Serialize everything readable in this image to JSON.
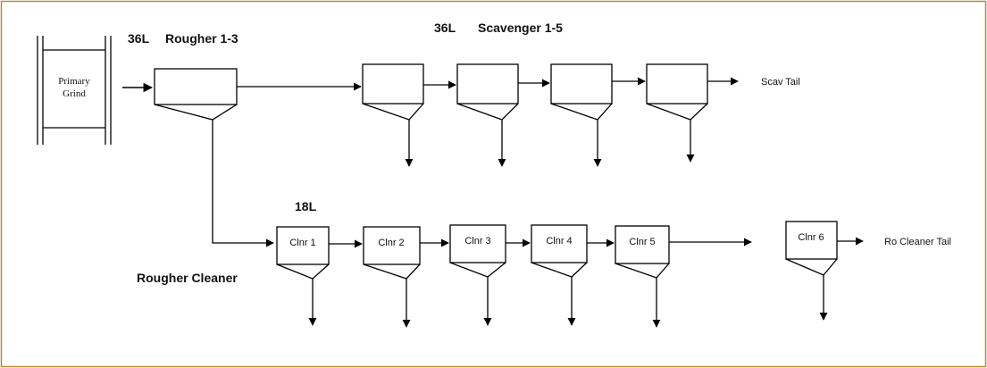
{
  "colors": {
    "border": "#b48a3c",
    "line": "#000000",
    "background": "#ffffff"
  },
  "feed": {
    "label_line1": "Primary",
    "label_line2": "Grind"
  },
  "rougher": {
    "size": "36L",
    "title": "Rougher 1-3"
  },
  "scavenger": {
    "size": "36L",
    "title": "Scavenger 1-5",
    "tail_label": "Scav Tail"
  },
  "cleaner": {
    "size": "18L",
    "title": "Rougher Cleaner",
    "cells": [
      "Clnr 1",
      "Clnr 2",
      "Clnr 3",
      "Clnr 4",
      "Clnr 5",
      "Clnr 6"
    ],
    "tail_label": "Ro Cleaner  Tail"
  }
}
